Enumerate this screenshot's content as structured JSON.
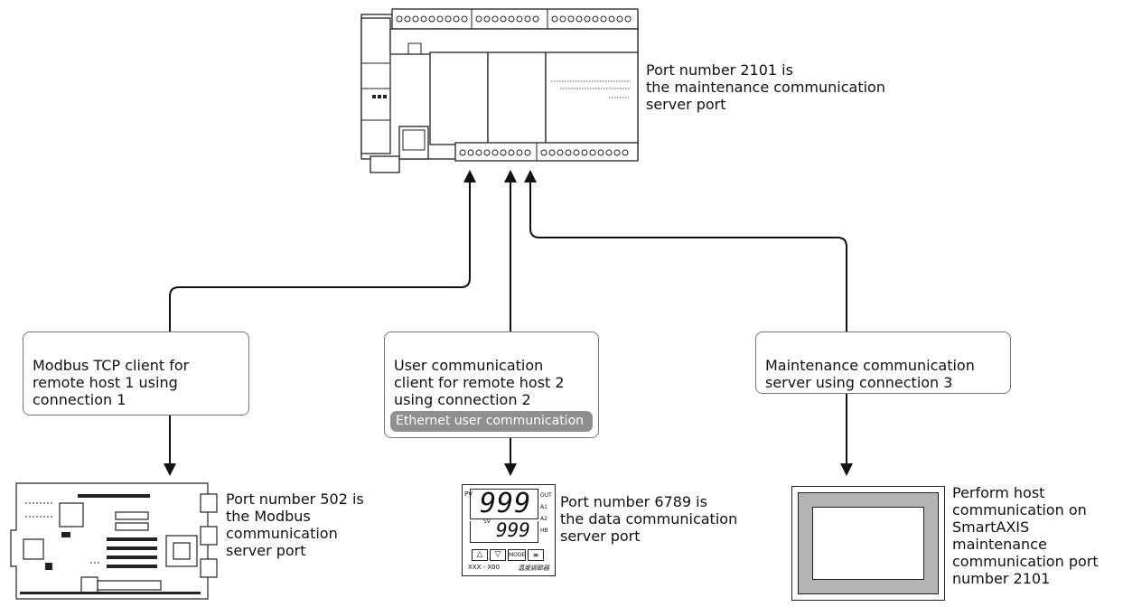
{
  "plc": {
    "note": "Port number 2101 is\nthe maintenance communication\nserver port"
  },
  "boxes": [
    {
      "text": "Modbus TCP client for\nremote host 1 using\nconnection 1"
    },
    {
      "text": "User communication\nclient for remote host 2\nusing connection 2",
      "tag": "Ethernet user communication"
    },
    {
      "text": "Maintenance communication\nserver using connection 3"
    }
  ],
  "devices": [
    {
      "note": "Port number 502 is\nthe Modbus\ncommunication\nserver port"
    },
    {
      "note": "Port number 6789 is\nthe data communication\nserver port",
      "display_pv": "999",
      "display_sv": "999",
      "label": "XXX - X00",
      "label_right": "温度調節器",
      "mode_key": "MODE",
      "indicators": [
        "OUT",
        "A1",
        "A2",
        "HB"
      ],
      "pv_label": "PV",
      "sv_label": "SV"
    },
    {
      "note": "Perform host\ncommunication on\nSmartAXIS\nmaintenance\ncommunication port\nnumber 2101"
    }
  ],
  "colors": {
    "line": "#111111",
    "box_border": "#777777",
    "tag_bg": "#8f8f8f",
    "device_outline": "#222222"
  }
}
